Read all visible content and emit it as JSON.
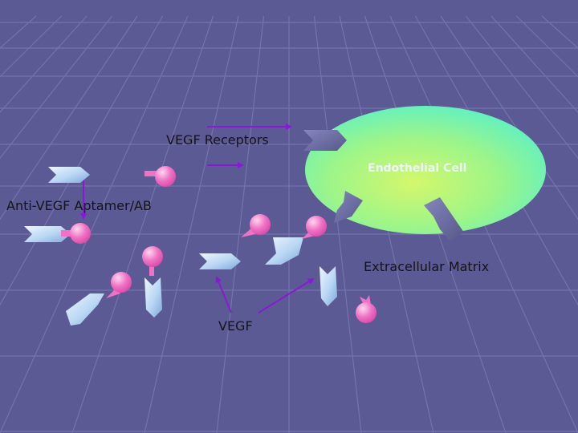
{
  "labels": {
    "vegf_receptors": "VEGF Receptors",
    "endothelial_cell": "Endothelial Cell",
    "anti_vegf": "Anti-VEGF Aptamer/AB",
    "extracellular_matrix": "Extracellular Matrix",
    "vegf": "VEGF"
  },
  "colors": {
    "background": "#5c5a94",
    "grid_line": "#8886bb",
    "cell_fill_center": "#c8f578",
    "cell_fill_edge": "#5cf0c6",
    "receptor": "#6a6ba0",
    "arrow": "#8a18d8",
    "aptamer": "#ef72c4",
    "vegf_molecule": "#b9d7f4",
    "cell_label": "#eef4ff"
  }
}
